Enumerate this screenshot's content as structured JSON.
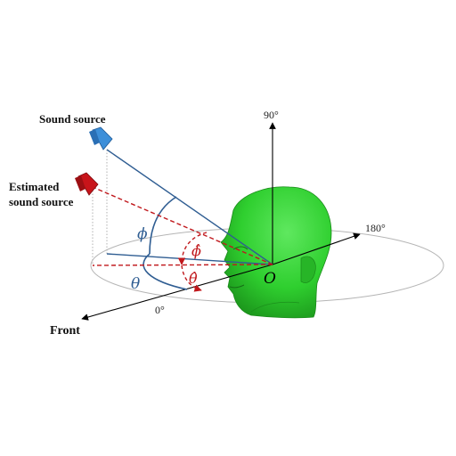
{
  "labels": {
    "sound_source": "Sound source",
    "estimated_line1": "Estimated",
    "estimated_line2": "sound source",
    "front": "Front",
    "deg0": "0°",
    "deg90": "90°",
    "deg180": "180°",
    "origin": "O",
    "phi": "ϕ",
    "theta": "θ",
    "phi_hat": "ϕ̂",
    "theta_hat": "θ̂"
  },
  "colors": {
    "true_source": "#2f5d92",
    "estimated_source": "#c0181c",
    "speaker_blue": "#3d8fd9",
    "speaker_red": "#c8141a",
    "head_green": "#2fcf2f",
    "axis": "#000000",
    "plane": "#b5b5b5"
  }
}
